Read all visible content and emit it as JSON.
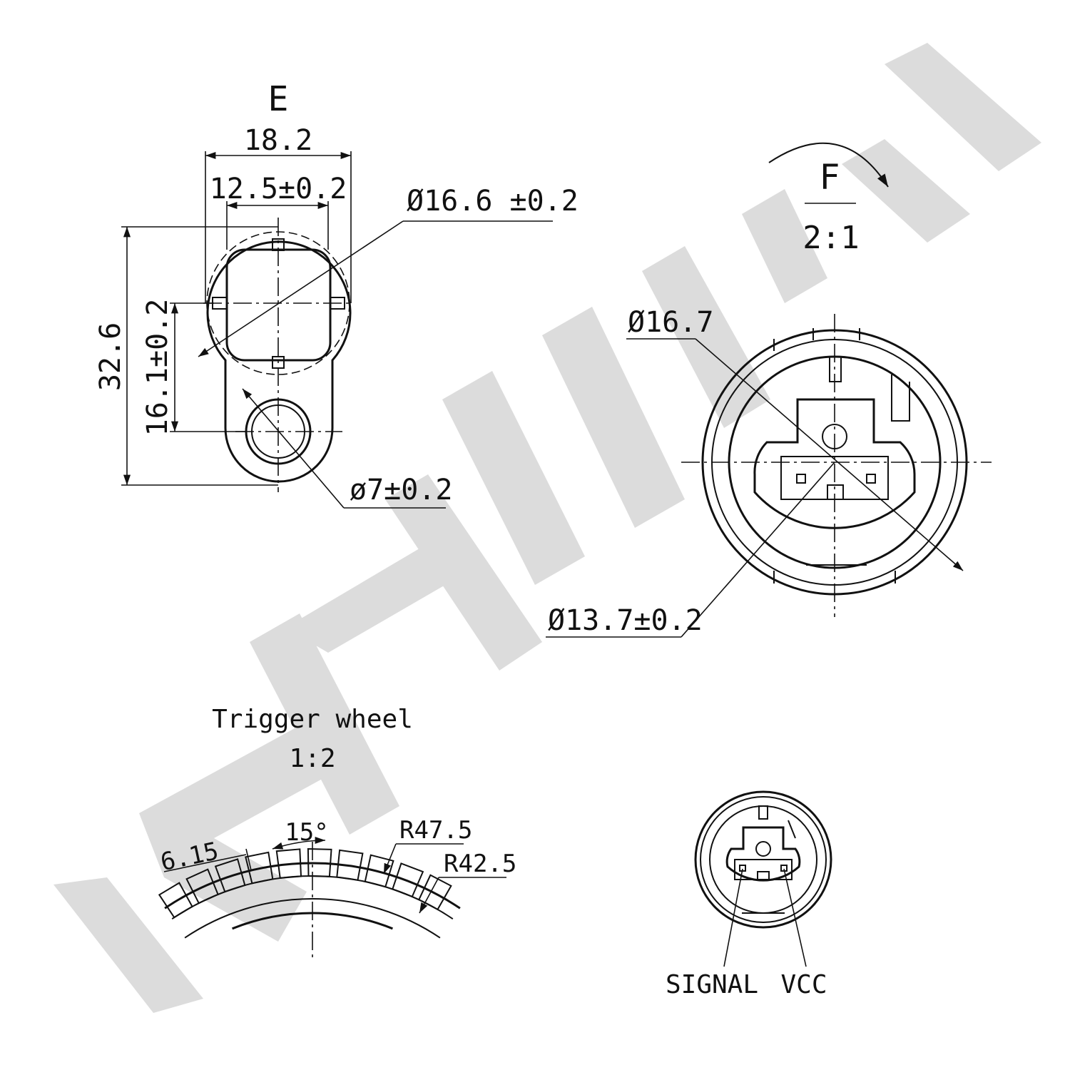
{
  "watermark": {
    "text": "ZENMEK",
    "color": "#dcdcdc"
  },
  "view_e": {
    "title": "E",
    "dims": {
      "overall_width": "18.2",
      "inner_width": "12.5±0.2",
      "diameter": "Ø16.6 ±0.2",
      "overall_height": "32.6",
      "hole_offset": "16.1±0.2",
      "hole_diameter": "ø7±0.2"
    }
  },
  "view_f": {
    "title": "F",
    "scale": "2:1",
    "dims": {
      "outer_diameter": "Ø16.7",
      "inner_diameter": "Ø13.7±0.2"
    }
  },
  "trigger_wheel": {
    "title": "Trigger wheel",
    "scale": "1:2",
    "dims": {
      "pitch_angle": "15°",
      "tooth_width": "6.15",
      "outer_radius": "R47.5",
      "inner_radius": "R42.5"
    }
  },
  "pinout": {
    "pins": [
      "SIGNAL",
      "VCC"
    ]
  }
}
